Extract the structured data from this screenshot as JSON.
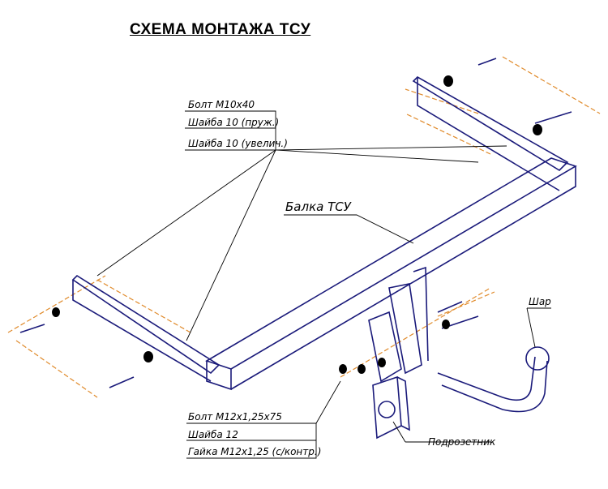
{
  "title": "СХЕМА МОНТАЖА ТСУ",
  "labels": {
    "bolt_m10": "Болт М10х40",
    "washer_spring": "Шайба 10 (пруж.)",
    "washer_large": "Шайба 10 (увелич.)",
    "beam": "Балка ТСУ",
    "ball": "Шар",
    "bolt_m12": "Болт М12х1,25х75",
    "washer_12": "Шайба 12",
    "nut_m12": "Гайка М12х1,25 (с/контр.)",
    "socket_bracket": "Подрозетник"
  },
  "colors": {
    "outline": "#1a1a7a",
    "leader": "#000000",
    "dash": "#e08a2a"
  }
}
